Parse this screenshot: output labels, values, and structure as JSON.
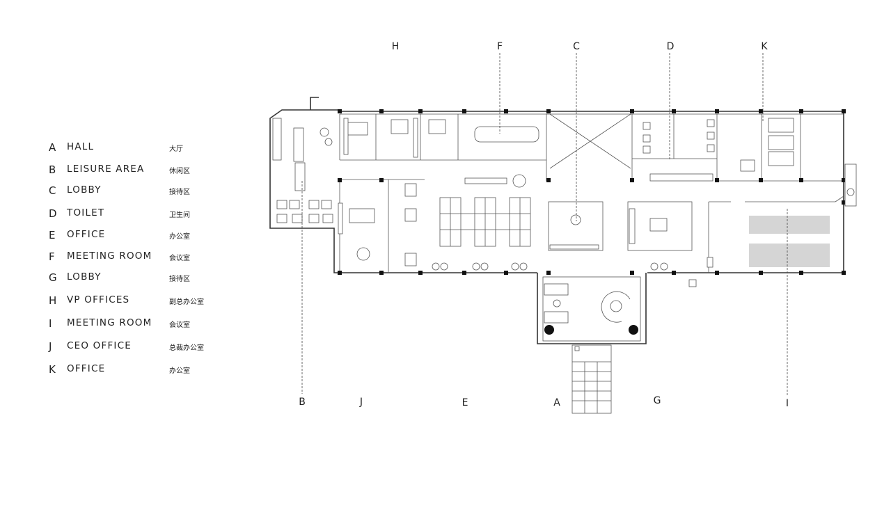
{
  "legend": [
    {
      "letter": "A",
      "en": "HALL",
      "cn": "大厅"
    },
    {
      "letter": "B",
      "en": "LEISURE AREA",
      "cn": "休闲区"
    },
    {
      "letter": "C",
      "en": "LOBBY",
      "cn": "接待区"
    },
    {
      "letter": "D",
      "en": "TOILET",
      "cn": "卫生间"
    },
    {
      "letter": "E",
      "en": "OFFICE",
      "cn": "办公室"
    },
    {
      "letter": "F",
      "en": "MEETING ROOM",
      "cn": "会议室"
    },
    {
      "letter": "G",
      "en": "LOBBY",
      "cn": "接待区"
    },
    {
      "letter": "H",
      "en": "VP OFFICES",
      "cn": "副总办公室"
    },
    {
      "letter": "I",
      "en": "MEETING ROOM",
      "cn": "会议室"
    },
    {
      "letter": "J",
      "en": "CEO OFFICE",
      "cn": "总裁办公室"
    },
    {
      "letter": "K",
      "en": "OFFICE",
      "cn": "办公室"
    }
  ],
  "zone_labels_top": [
    "H",
    "F",
    "C",
    "D",
    "K"
  ],
  "zone_labels_bottom": [
    "B",
    "J",
    "E",
    "A",
    "G",
    "I"
  ]
}
